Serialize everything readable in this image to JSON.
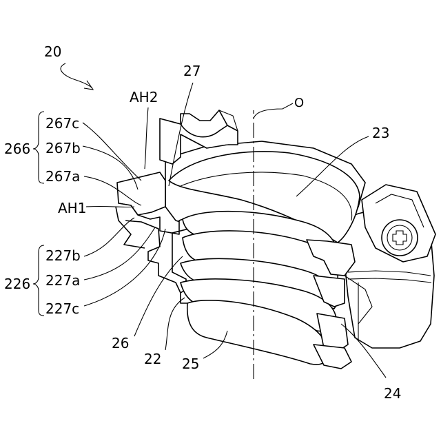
{
  "figure": {
    "labels": {
      "assembly": "20",
      "axis": "O",
      "cap": "27",
      "upper_lens": "23",
      "aperture_upper": "AH2",
      "aperture_lower": "AH1",
      "group_upper": "266",
      "group_lower": "226",
      "part_267c": "267c",
      "part_267b": "267b",
      "part_267a": "267a",
      "part_227b": "227b",
      "part_227a": "227a",
      "part_227c": "227c",
      "holder_inner": "26",
      "holder_outer": "22",
      "lower_lens": "25",
      "middle_lens": "24"
    }
  }
}
